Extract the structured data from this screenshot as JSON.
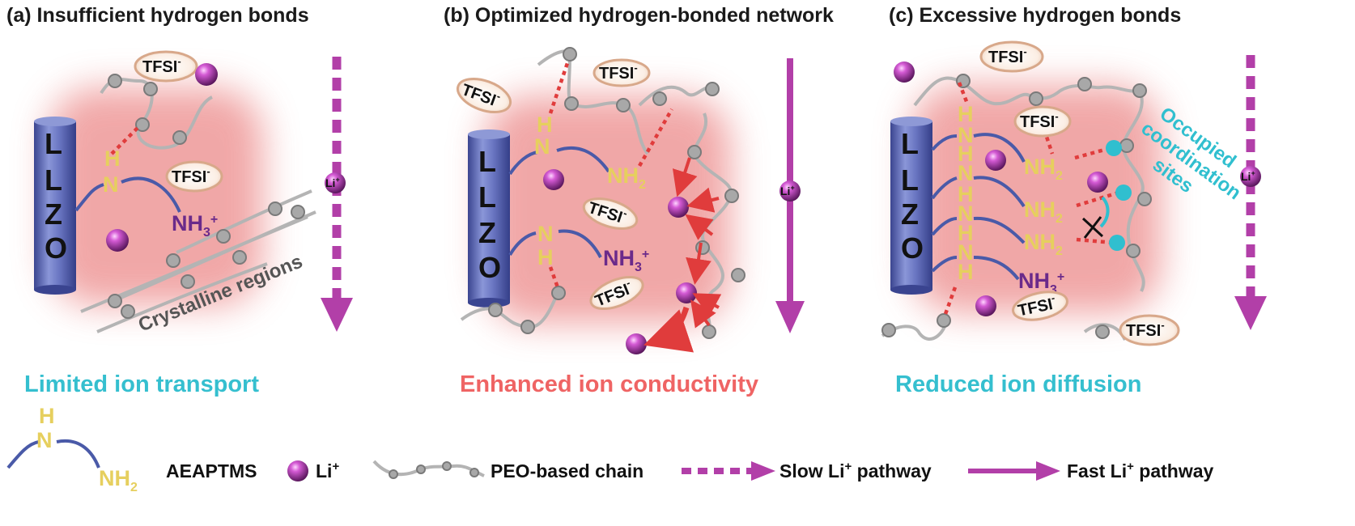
{
  "panels": [
    {
      "title": "(a) Insufficient hydrogen bonds",
      "caption": "Limited ion transport",
      "caption_color": "#35bfcf"
    },
    {
      "title": "(b) Optimized hydrogen-bonded network",
      "caption": "Enhanced ion conductivity",
      "caption_color": "#ef6464"
    },
    {
      "title": "(c) Excessive hydrogen bonds",
      "caption": "Reduced ion diffusion",
      "caption_color": "#35bfcf"
    }
  ],
  "labels": {
    "llzo": [
      "L",
      "L",
      "Z",
      "O"
    ],
    "h": "H",
    "n": "N",
    "nh": "NH",
    "sub2": "2",
    "sub3": "3",
    "plus": "+",
    "tfsi": "TFSI",
    "minus": "-",
    "li": "Li",
    "crystalline": "Crystalline regions",
    "occupied": [
      "Occupied",
      "coordination",
      "sites"
    ]
  },
  "legend": {
    "aeaptms": "AEAPTMS",
    "li": "Li",
    "peo": "PEO-based chain",
    "slow": "Slow Li",
    "fast": "Fast Li",
    "pathway": "pathway"
  },
  "colors": {
    "li_ion": "#8e2c8e",
    "arrow": "#b23fa8",
    "hbond": "#e03c3c",
    "amine": "#e6cf5e",
    "ammonium": "#6a2a8a",
    "cyan": "#30bfcf",
    "glow": "#ec8a8a",
    "llzo": "#5a66b8"
  }
}
